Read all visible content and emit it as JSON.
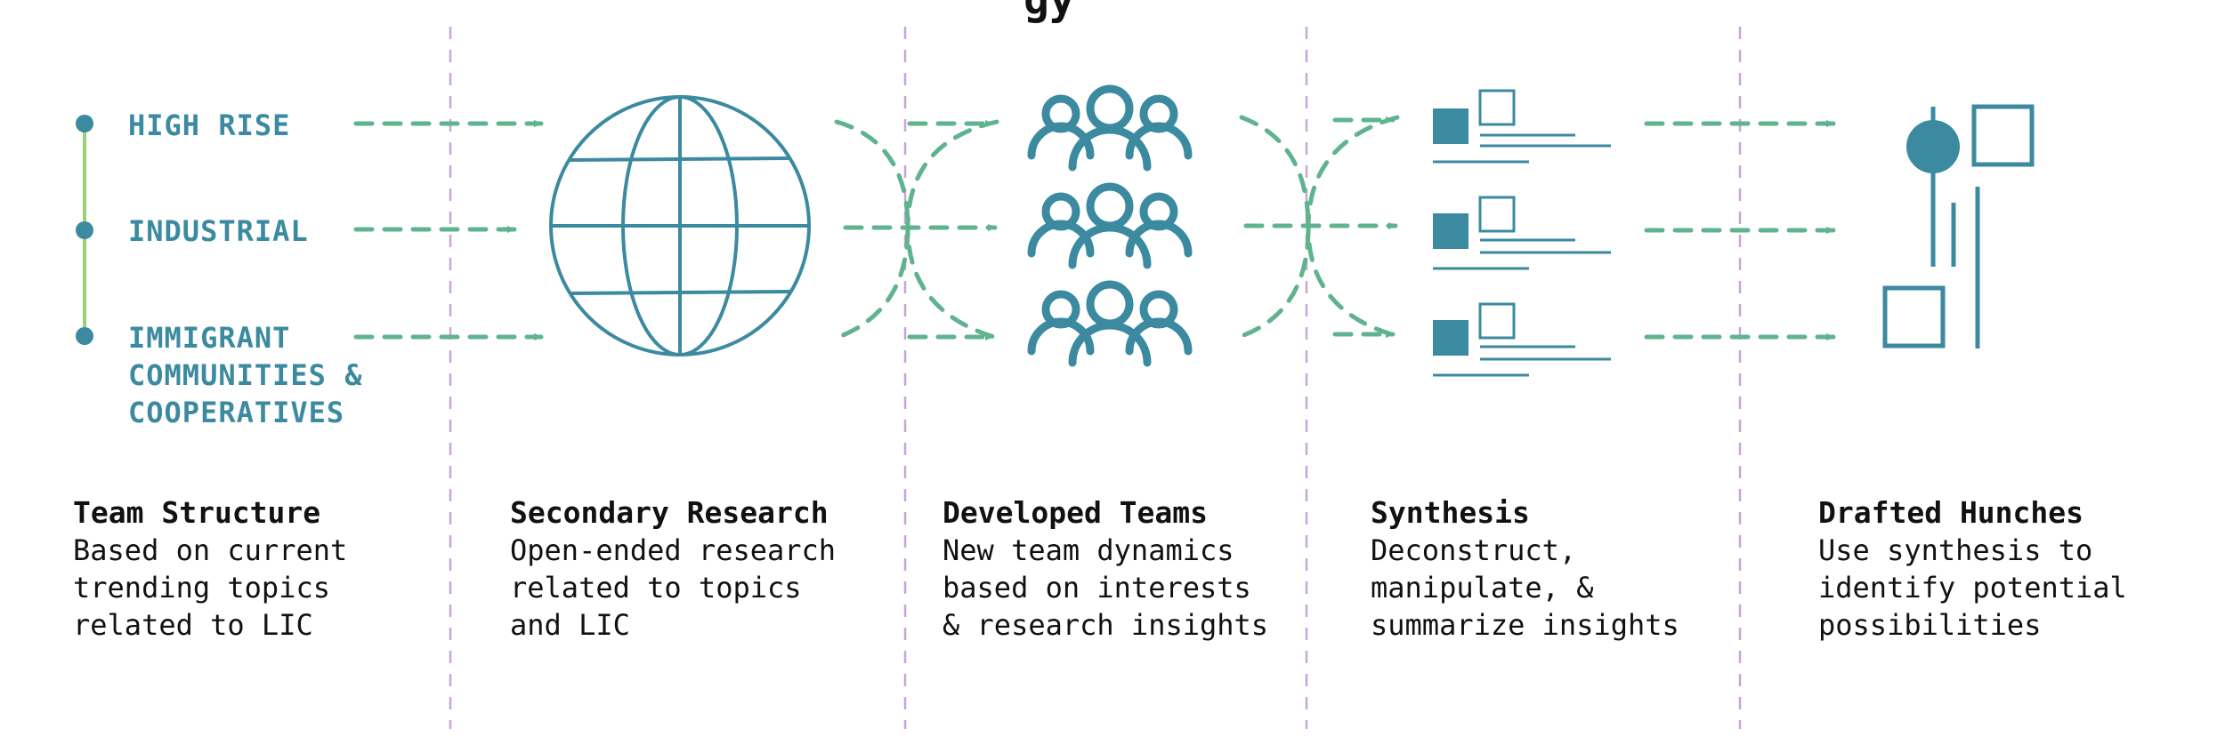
{
  "heading": "gy",
  "colors": {
    "teal": "#3b8aa0",
    "arrow_green": "#5fb38f",
    "line_green": "#9bd07a",
    "divider_purple": "#c9a5d8",
    "text": "#111111"
  },
  "topics": [
    {
      "label": "HIGH RISE"
    },
    {
      "label": "INDUSTRIAL"
    },
    {
      "label": "IMMIGRANT\nCOMMUNITIES &\nCOOPERATIVES"
    }
  ],
  "stages": [
    {
      "title": "Team Structure",
      "description": "Based on current\ntrending topics\nrelated to LIC"
    },
    {
      "title": "Secondary Research",
      "description": "Open-ended research\nrelated to topics\nand LIC"
    },
    {
      "title": "Developed Teams",
      "description": "New team dynamics\nbased on interests\n& research insights"
    },
    {
      "title": "Synthesis",
      "description": "Deconstruct,\nmanipulate, &\nsummarize insights"
    },
    {
      "title": "Drafted Hunches",
      "description": "Use synthesis to\nidentify potential\npossibilities"
    }
  ],
  "icons": {
    "research": "globe-icon",
    "teams": "people-group-icon",
    "synthesis": "document-icon",
    "hunches": "shapes-icon"
  }
}
